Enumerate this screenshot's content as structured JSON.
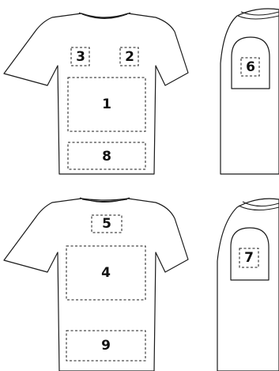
{
  "zones": {
    "front_center": "1",
    "front_right_chest": "2",
    "front_left_chest": "3",
    "back_center": "4",
    "back_neck": "5",
    "sleeve_top": "6",
    "sleeve_bottom": "7",
    "front_bottom": "8",
    "back_bottom": "9"
  }
}
